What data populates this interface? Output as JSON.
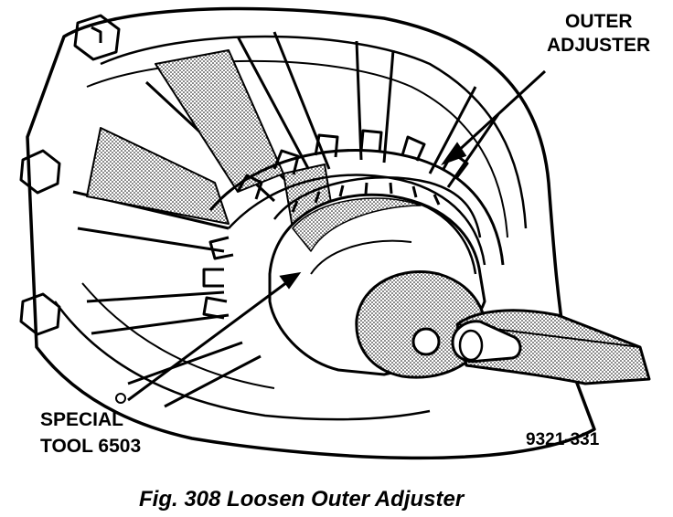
{
  "labels": {
    "outer_adjuster_line1": "OUTER",
    "outer_adjuster_line2": "ADJUSTER",
    "special_tool_line1": "SPECIAL",
    "special_tool_line2": "TOOL 6503",
    "figure_number": "9321-331"
  },
  "caption": "Fig. 308 Loosen Outer Adjuster",
  "colors": {
    "ink": "#000000",
    "paper": "#ffffff",
    "shade": "#9a9a9a"
  }
}
